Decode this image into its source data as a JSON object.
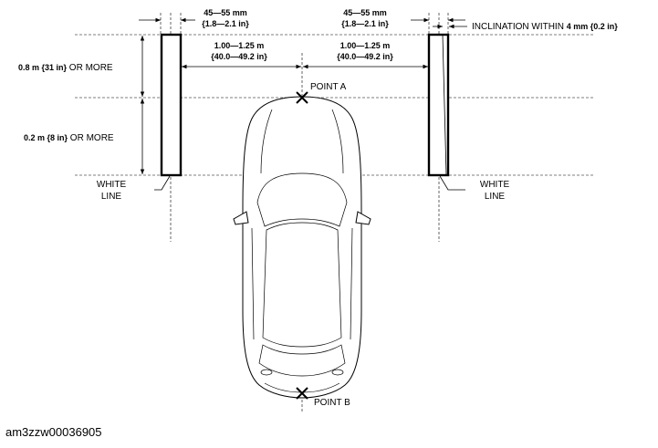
{
  "labels": {
    "gap_width_left": "45—55 mm",
    "gap_width_left_in": "{1.8—2.1 in}",
    "gap_width_right": "45—55 mm",
    "gap_width_right_in": "{1.8—2.1 in}",
    "distance_left": "1.00—1.25 m",
    "distance_left_in": "{40.0—49.2 in}",
    "distance_right": "1.00—1.25 m",
    "distance_right_in": "{40.0—49.2 in}",
    "inclination_prefix": "INCLINATION WITHIN ",
    "inclination_value": "4 mm {0.2 in}",
    "height_upper_value": "0.8 m {31 in}",
    "height_upper_suffix": " OR MORE",
    "height_lower_value": "0.2 m {8 in}",
    "height_lower_suffix": " OR MORE",
    "white_line_left_1": "WHITE",
    "white_line_left_2": "LINE",
    "white_line_right_1": "WHITE",
    "white_line_right_2": "LINE",
    "point_a": "POINT A",
    "point_b": "POINT B"
  },
  "caption": "am3zzw00036905"
}
